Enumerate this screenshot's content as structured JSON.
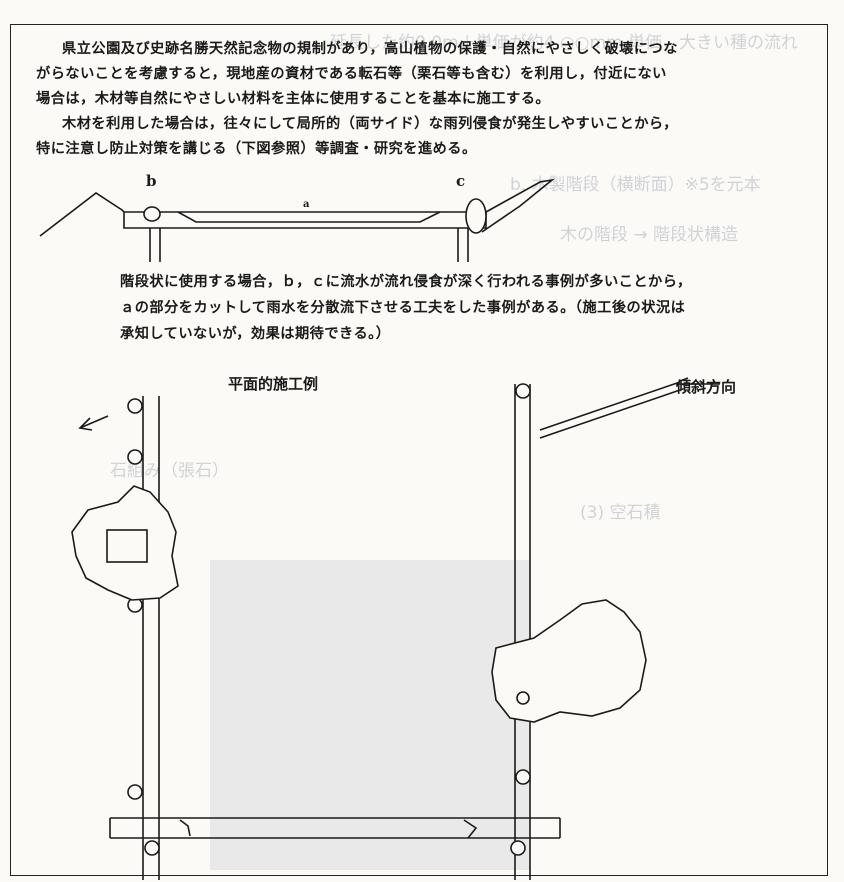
{
  "intro_lines": [
    "県立公園及び史跡名勝天然記念物の規制があり，高山植物の保護・自然にやさしく破壊につな",
    "がらないことを考慮すると，現地産の資材である転石等（栗石等も含む）を利用し，付近にない",
    "場合は，木材等自然にやさしい材料を主体に使用することを基本に施工する。"
  ],
  "wood_lines": [
    "木材を利用した場合は，往々にして局所的（両サイド）な雨列侵食が発生しやすいことから，",
    "特に注意し防止対策を講じる（下図参照）等調査・研究を進める。"
  ],
  "step_lines": [
    "階段状に使用する場合，ｂ，ｃに流水が流れ侵食が深く行われる事例が多いことから，",
    "ａの部分をカットして雨水を分散流下させる工夫をした事例がある。（施工後の状況は",
    "承知していないが，効果は期待できる。）"
  ],
  "labels": {
    "b": "b",
    "c": "c",
    "a": "a",
    "plan_title": "平面的施工例",
    "slope_label": "傾斜方向",
    "rock": "岩"
  },
  "bleed_through": {
    "line1": "延長した約0.0m＋単価が約4.○○mm  単価，大きい種の流れ",
    "line2": "b. 木製階段（横断面）※5を元本",
    "line3": "木の階段 → 階段状構造",
    "line4": "石組み（張石）",
    "line5": "(3) 空石積"
  }
}
